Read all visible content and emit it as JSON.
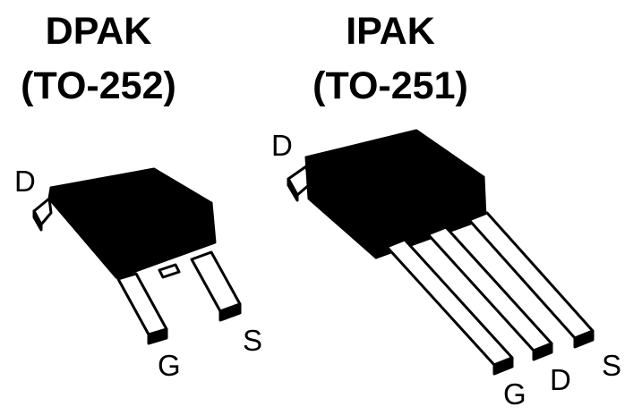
{
  "colors": {
    "ink": "#000000",
    "paper": "#ffffff"
  },
  "dpak": {
    "name": "DPAK",
    "code": "(TO-252)",
    "pins": {
      "drain": "D",
      "gate": "G",
      "source": "S"
    }
  },
  "ipak": {
    "name": "IPAK",
    "code": "(TO-251)",
    "pins": {
      "drain": "D",
      "gate": "G",
      "drain_lead": "D",
      "source": "S"
    }
  }
}
